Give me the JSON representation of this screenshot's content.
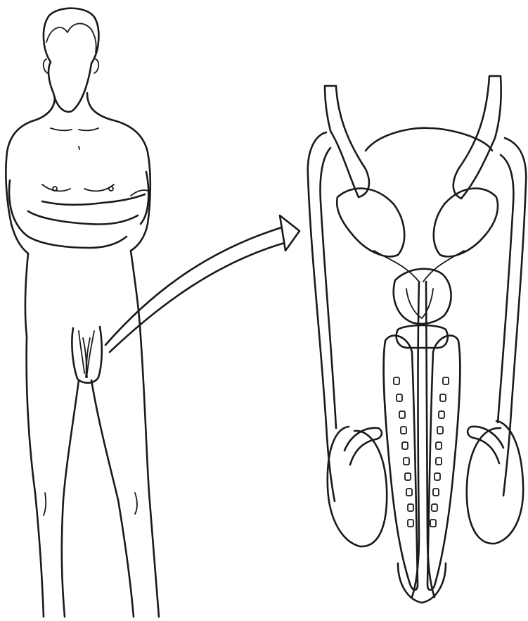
{
  "figure": {
    "description_icons": [
      "human-figure",
      "arrow",
      "reproductive-organ-section"
    ],
    "colors": {
      "line": "#1a1a1a",
      "background": "#ffffff"
    }
  }
}
